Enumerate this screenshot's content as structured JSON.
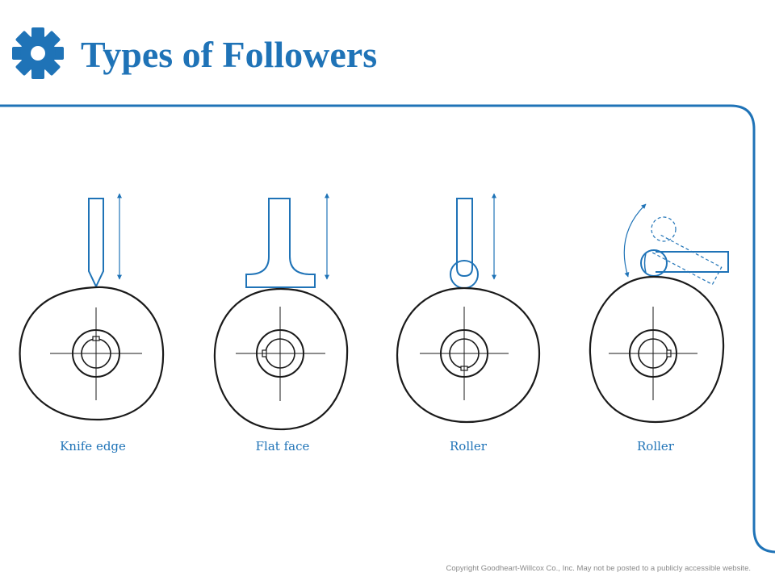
{
  "slide": {
    "title": "Types of Followers",
    "accent_color": "#1f73b7",
    "icon": "gear-icon"
  },
  "diagram": {
    "followers": [
      {
        "caption": "Knife edge"
      },
      {
        "caption": "Flat face"
      },
      {
        "caption": "Roller"
      },
      {
        "caption": "Roller"
      }
    ]
  },
  "footer": {
    "copyright": "Copyright Goodheart-Willcox Co., Inc.  May not be posted to a publicly accessible website."
  }
}
